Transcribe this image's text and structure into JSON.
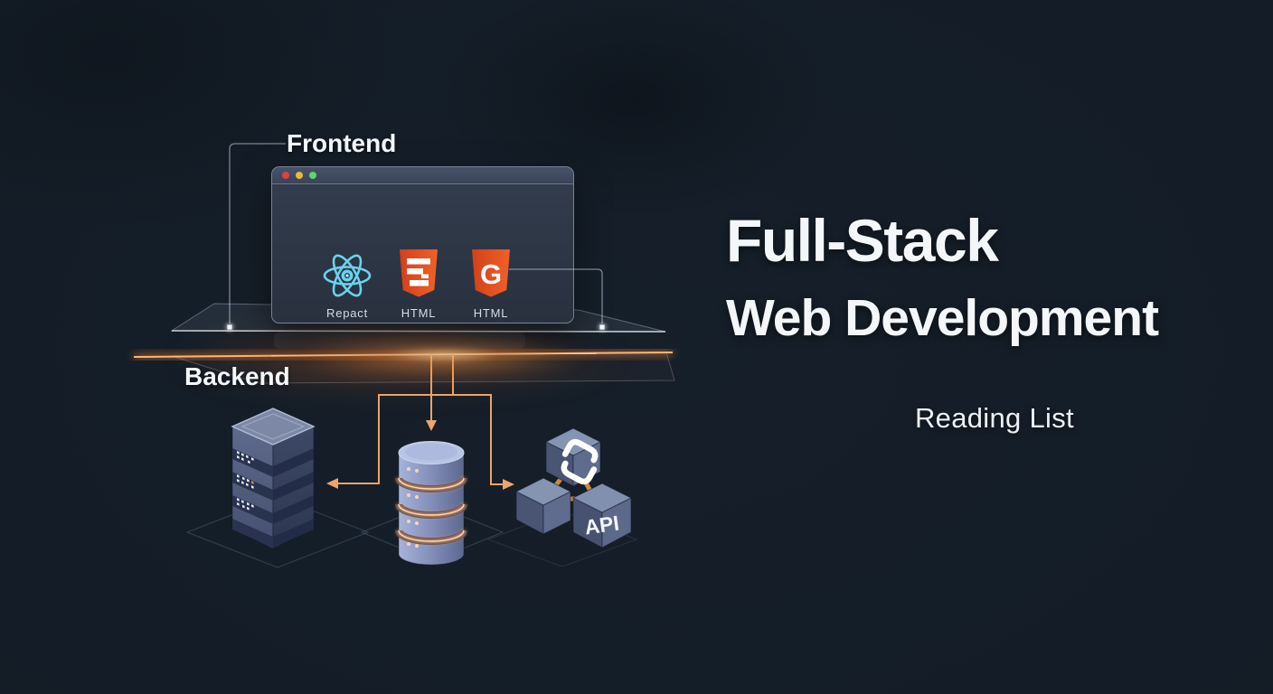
{
  "headline": {
    "title_line1": "Full-Stack",
    "title_line2": "Web Development",
    "subtitle": "Reading List"
  },
  "frontend": {
    "label": "Frontend",
    "browser": {
      "traffic_lights": [
        "red",
        "yellow",
        "green"
      ],
      "icons": [
        {
          "icon": "react-logo",
          "label": "Repact"
        },
        {
          "icon": "html5-shield",
          "label": "HTML"
        },
        {
          "icon": "html-shield-g",
          "label": "HTML",
          "glyph": "G"
        }
      ]
    }
  },
  "backend": {
    "label": "Backend",
    "nodes": [
      {
        "icon": "server-rack"
      },
      {
        "icon": "database-cylinder"
      },
      {
        "icon": "api-cubes",
        "label": "API"
      }
    ]
  },
  "colors": {
    "background": "#141d27",
    "accent_orange": "#ed9a58",
    "glow_core": "#ffb677",
    "react_cyan": "#6ad2ee",
    "html_orange": "#e3511f",
    "slate_node": "#6b7898",
    "title_white": "#f4f7fa"
  }
}
